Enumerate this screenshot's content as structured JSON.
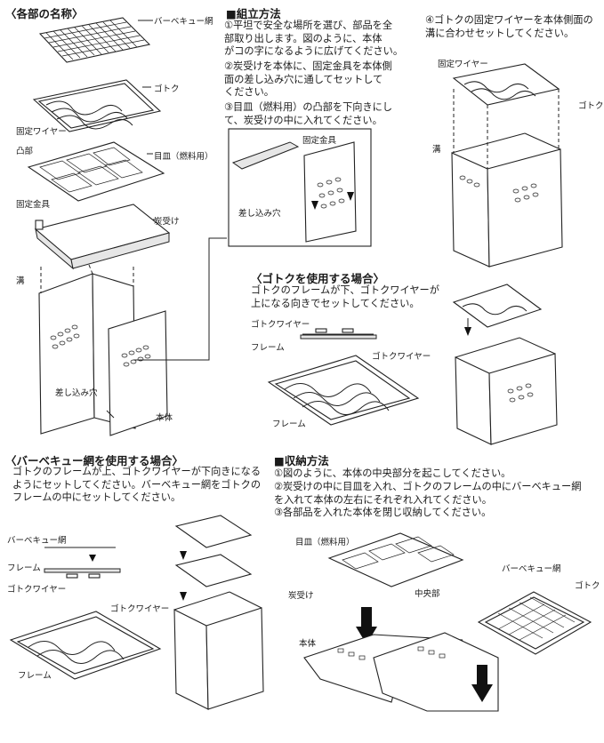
{
  "sections": {
    "parts": {
      "title": "〈各部の名称〉",
      "labels": {
        "bbq_net": "バーベキュー網",
        "gotoku": "ゴトク",
        "fixing_wire": "固定ワイヤー",
        "convex": "凸部",
        "grate": "目皿（燃料用）",
        "fixing_bracket": "固定金具",
        "ash_tray": "炭受け",
        "groove": "溝",
        "insertion_hole": "差し込み穴",
        "body": "本体"
      }
    },
    "assembly": {
      "title": "■組立方法",
      "step1": "①平坦で安全な場所を選び、部品を全\n部取り出します。図のように、本体\nがコの字になるように広げてください。",
      "step2": "②炭受けを本体に、固定金具を本体側\n面の差し込み穴に通してセットして\nください。",
      "step3": "③目皿（燃料用）の凸部を下向きにし\nて、炭受けの中に入れてください。",
      "step4": "④ゴトクの固定ワイヤーを本体側面の\n溝に合わせセットしてください。",
      "detail_labels": {
        "fixing_bracket": "固定金具",
        "insertion_hole": "差し込み穴"
      },
      "step4_labels": {
        "fixing_wire": "固定ワイヤー",
        "gotoku": "ゴトク",
        "groove": "溝"
      }
    },
    "gotoku_use": {
      "title": "〈ゴトクを使用する場合〉",
      "text": "ゴトクのフレームが下、ゴトクワイヤーが\n上になる向きでセットしてください。",
      "labels": {
        "gotoku_wire_top": "ゴトクワイヤー",
        "frame_top": "フレーム",
        "gotoku_wire_bottom": "ゴトクワイヤー",
        "frame_bottom": "フレーム"
      }
    },
    "bbq_use": {
      "title": "〈バーベキュー網を使用する場合〉",
      "text": "ゴトクのフレームが上、ゴトクワイヤーが下向きになる\nようにセットしてください。バーベキュー網をゴトクの\nフレームの中にセットしてください。",
      "labels": {
        "bbq_net": "バーベキュー網",
        "frame_top": "フレーム",
        "gotoku_wire_top": "ゴトクワイヤー",
        "gotoku_wire_bottom": "ゴトクワイヤー",
        "frame_bottom": "フレーム"
      }
    },
    "storage": {
      "title": "■収納方法",
      "step1": "①図のように、本体の中央部分を起こしてください。",
      "step2": "②炭受けの中に目皿を入れ、ゴトクのフレームの中にバーベキュー網\nを入れて本体の左右にそれぞれ入れてください。",
      "step3": "③各部品を入れた本体を閉じ収納してください。",
      "labels": {
        "grate": "目皿（燃料用）",
        "ash_tray": "炭受け",
        "center": "中央部",
        "body": "本体",
        "bbq_net": "バーベキュー網",
        "gotoku": "ゴトク"
      }
    }
  }
}
